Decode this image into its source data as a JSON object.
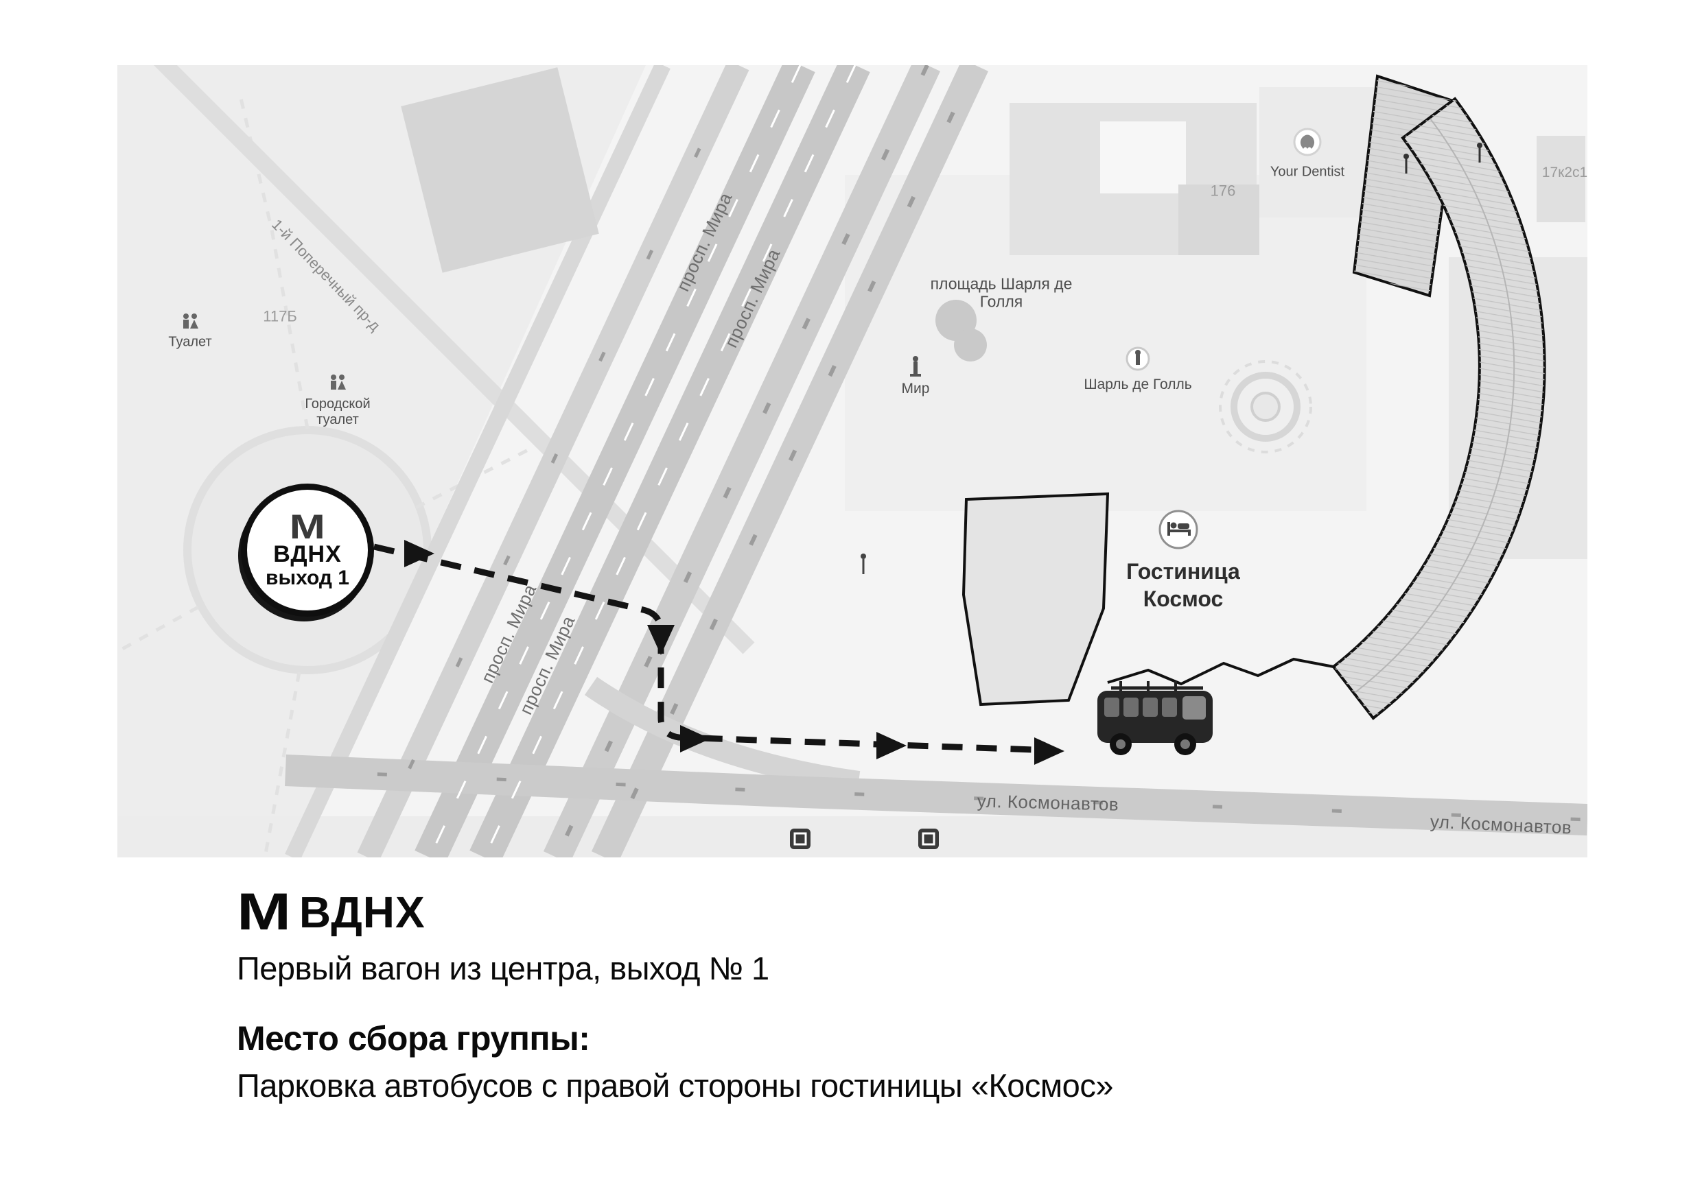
{
  "colors": {
    "map_background": "#f4f4f4",
    "road": "#c7c7c7",
    "route": "#141414",
    "building_outline": "#111111",
    "building_fill": "#dcdcdc"
  },
  "map": {
    "metro_marker": {
      "logo": "М",
      "station": "ВДНХ",
      "exit": "выход 1"
    },
    "streets": {
      "poperechny": "1-й Поперечный пр-д",
      "prosp_mira": "просп. Мира",
      "kosmonavtov": "ул. Космонавтов"
    },
    "poi": {
      "toilet": "Туалет",
      "city_toilet": "Городской туалет",
      "building_117b": "117Б",
      "building_176": "176",
      "building_17k2s1": "17к2с1",
      "square_charles": "площадь Шарля де Голля",
      "mir": "Мир",
      "charles_de_gaulle": "Шарль де Голль",
      "your_dentist": "Your Dentist",
      "hotel_cosmos": "Гостиница Космос"
    }
  },
  "legend": {
    "metro_logo": "М",
    "station": "ВДНХ",
    "subtitle": "Первый вагон из центра, выход № 1",
    "meeting_title": "Место сбора группы:",
    "meeting_text": "Парковка автобусов с правой стороны гостиницы «Космос»"
  }
}
